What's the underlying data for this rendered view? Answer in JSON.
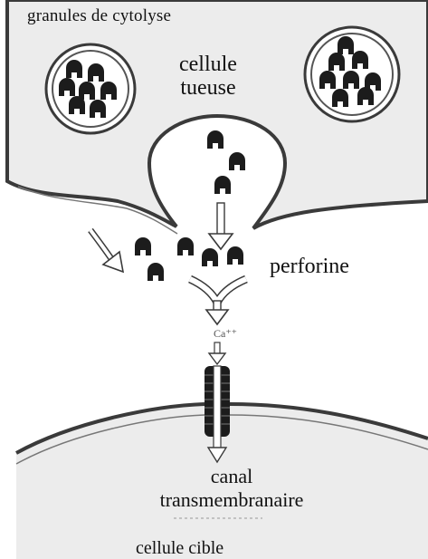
{
  "labels": {
    "granules": "granules de cytolyse",
    "killer_cell_line1": "cellule",
    "killer_cell_line2": "tueuse",
    "perforin": "perforine",
    "calcium": "Ca⁺⁺",
    "channel_line1": "canal",
    "channel_line2": "transmembranaire",
    "target_cell": "cellule cible"
  },
  "colors": {
    "cell_fill": "#ececec",
    "membrane": "#3a3a3a",
    "granule": "#1c1c1c",
    "arrow": "#ffffff"
  }
}
